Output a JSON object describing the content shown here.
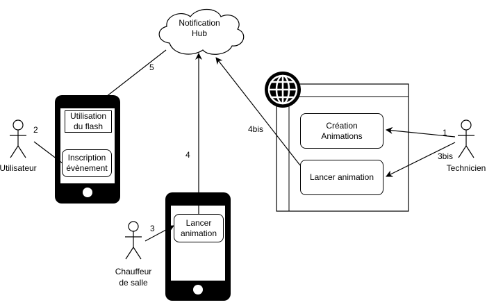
{
  "hub": {
    "label_line1": "Notification",
    "label_line2": "Hub"
  },
  "actors": {
    "utilisateur": "Utilisateur",
    "technicien": "Technicien",
    "chauffeur_line1": "Chauffeur",
    "chauffeur_line2": "de salle"
  },
  "phone_left": {
    "utilisation_line1": "Utilisation",
    "utilisation_line2": "du flash",
    "inscription_line1": "Inscription",
    "inscription_line2": "évènement"
  },
  "phone_bottom": {
    "lancer_line1": "Lancer",
    "lancer_line2": "animation"
  },
  "web_app": {
    "creation_line1": "Création",
    "creation_line2": "Animations",
    "lancer": "Lancer animation"
  },
  "edges": {
    "e1": "1",
    "e2": "2",
    "e3": "3",
    "e3bis": "3bis",
    "e4": "4",
    "e4bis": "4bis",
    "e5": "5"
  },
  "colors": {
    "stroke": "#000000",
    "fill": "#ffffff",
    "phone": "#000000"
  },
  "icons": [
    "cloud-icon",
    "globe-icon",
    "phone-icon",
    "actor-icon"
  ]
}
